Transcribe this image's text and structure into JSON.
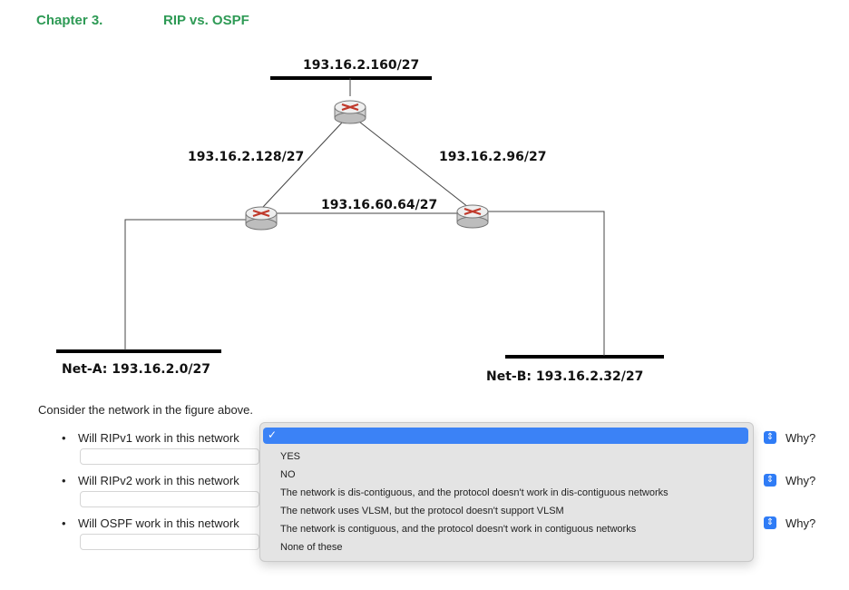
{
  "header": {
    "chapter": "Chapter 3.",
    "title": "RIP vs. OSPF"
  },
  "diagram": {
    "net_top": "193.16.2.160/27",
    "link_left": "193.16.2.128/27",
    "link_right": "193.16.2.96/27",
    "link_middle": "193.16.60.64/27",
    "net_a": "Net-A: 193.16.2.0/27",
    "net_b": "Net-B: 193.16.2.32/27"
  },
  "intro": "Consider the network in the figure above.",
  "questions": [
    {
      "text": "Will RIPv1 work in this network",
      "why": "Why?"
    },
    {
      "text": "Will RIPv2 work in this network",
      "why": "Why?"
    },
    {
      "text": "Will OSPF work in this network",
      "why": "Why?"
    }
  ],
  "dropdown": {
    "selected_mark": "✓",
    "options": [
      "YES",
      "NO",
      "The network is dis-contiguous, and the protocol doesn't work in dis-contiguous networks",
      "The network uses VLSM, but the protocol doesn't support VLSM",
      "The network is contiguous, and the protocol doesn't work in contiguous networks",
      "None of these"
    ]
  },
  "colors": {
    "heading": "#2e9a55",
    "accent": "#3b82f6",
    "router_mark": "#c0392b"
  }
}
